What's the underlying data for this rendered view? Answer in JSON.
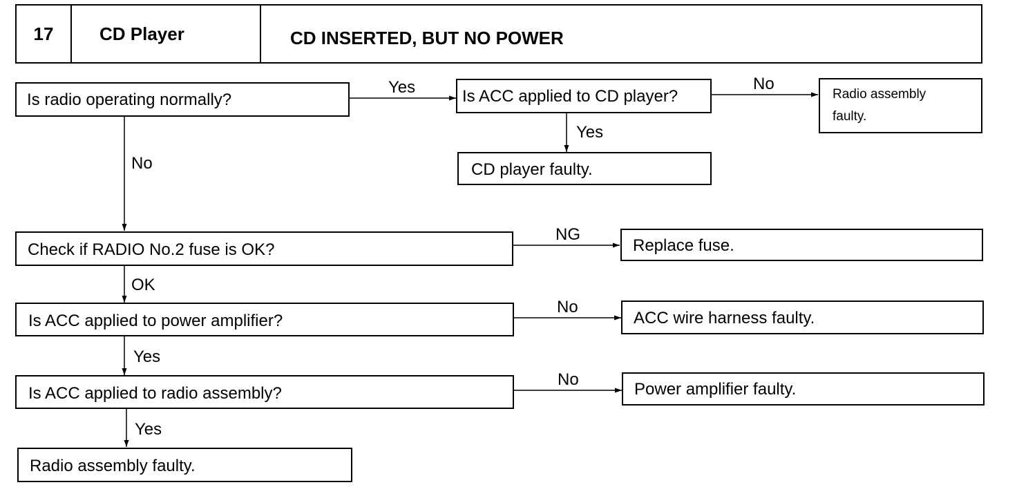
{
  "header": {
    "number": "17",
    "section": "CD Player",
    "title": "CD INSERTED, BUT NO POWER"
  },
  "nodes": {
    "radio_normal": "Is radio operating normally?",
    "acc_cd": "Is ACC applied to CD player?",
    "radio_faulty_top": "Radio assembly faulty.",
    "cd_faulty": "CD player faulty.",
    "fuse": "Check if RADIO No.2 fuse is OK?",
    "replace_fuse": "Replace fuse.",
    "acc_amp": "Is ACC applied to power amplifier?",
    "acc_harness": "ACC wire harness faulty.",
    "acc_radio": "Is ACC applied to radio assembly?",
    "amp_faulty": "Power amplifier faulty.",
    "radio_faulty_bottom": "Radio assembly faulty."
  },
  "edges": {
    "radio_yes": "Yes",
    "radio_no": "No",
    "acc_cd_no": "No",
    "acc_cd_yes": "Yes",
    "fuse_ng": "NG",
    "fuse_ok": "OK",
    "amp_no": "No",
    "amp_yes": "Yes",
    "radio_acc_no": "No",
    "radio_acc_yes": "Yes"
  }
}
